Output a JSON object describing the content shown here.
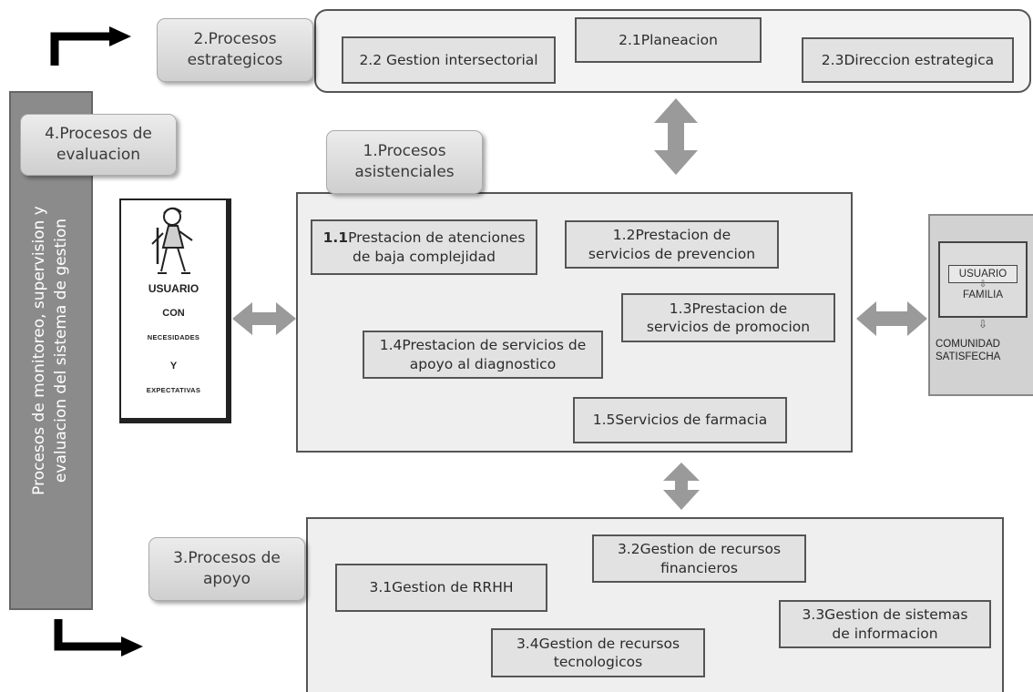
{
  "estrategicos": {
    "tab": "2.Procesos\nestrategicos",
    "gestion_intersectorial": "2.2 Gestion intersectorial",
    "planeacion": "2.1Planeacion",
    "direccion_estrategica": "2.3Direccion estrategica"
  },
  "evaluacion": {
    "tab": "4.Procesos de\nevaluacion",
    "vertical_label": "Procesos de monitoreo, supervision y\nevaluacion  del sistema de gestion"
  },
  "asistenciales": {
    "tab": "1.Procesos\nasistenciales",
    "p11_prefix": "1.1",
    "p11_text": "Prestacion de atenciones\nde baja  complejidad",
    "p12": "1.2Prestacion de\nservicios de prevencion",
    "p13": "1.3Prestacion de\nservicios de promocion",
    "p14": "1.4Prestacion de servicios de\napoyo al diagnostico",
    "p15": "1.5Servicios de farmacia"
  },
  "usuario": {
    "line1": "USUARIO",
    "line2": "CON",
    "line3": "NECESIDADES",
    "line4": "Y",
    "line5": "EXPECTATIVAS"
  },
  "resultado": {
    "usuario": "USUARIO",
    "familia": "FAMILIA",
    "comunidad": "COMUNIDAD\nSATISFECHA"
  },
  "apoyo": {
    "tab": "3.Procesos de\napoyo",
    "rrhh": "3.1Gestion de RRHH",
    "financieros": "3.2Gestion de recursos\nfinancieros",
    "sistemas": "3.3Gestion de sistemas\nde informacion",
    "tecnologicos": "3.4Gestion de recursos\ntecnologicos"
  }
}
